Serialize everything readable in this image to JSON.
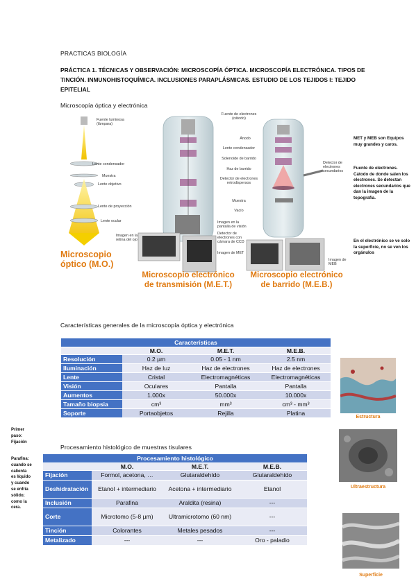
{
  "header": "PRACTICAS BIOLOGÍA",
  "title": "PRÁCTICA 1. TÉCNICAS Y OBSERVACIÓN: MICROSCOPÍA ÓPTICA. MICROSCOPÍA ELECTRÓNICA. TIPOS DE TINCIÓN. INMUNOHISTOQUÍMICA. INCLUSIONES PARAPLÁSMICAS. ESTUDIO DE LOS TEJIDOS I: TEJIDO EPITELIAL",
  "section1": "Microscopía óptica y electrónica",
  "diagram": {
    "labels": {
      "fuente_luminosa": "Fuente luminosa (lámpara)",
      "lente_condensador": "Lente condensador",
      "muestra": "Muestra",
      "lente_objetivo": "Lente objetivo",
      "lente_proyeccion": "Lente de proyección",
      "lente_ocular": "Lente ocular",
      "imagen_retina": "Imagen en la retina del ojo",
      "fuente_electrones": "Fuente de electrones (cátodo)",
      "anodo": "Ánodo",
      "lente_condensador_e": "Lente condensador",
      "solenoide": "Solenoide de barrido",
      "haz_barrido": "Haz de barrido",
      "detector_retro": "Detector de electrones retrodispersos",
      "muestra_e": "Muestra",
      "vacio": "Vacío",
      "imagen_pantalla": "Imagen en la pantalla de visión",
      "detector_ccd": "Detector de electrones con cámara de CCD",
      "imagen_met": "Imagen de MET",
      "detector_secundarios": "Detector de electrones secundarios",
      "imagen_meb": "Imagen de MEB"
    },
    "captions": {
      "mo_line1": "Microscopio",
      "mo_line2": "óptico (M.O.)",
      "met_line1": "Microscopio electrónico",
      "met_line2": "de transmisión (M.E.T.)",
      "meb_line1": "Microscopio electrónico",
      "meb_line2": "de barrido (M.E.B.)"
    }
  },
  "side_notes": {
    "p1": "MET y MEB son Equipos muy grandes y caros.",
    "p2": "Fuente de electrones. Cátodo de donde salen los electrones. Se detectan electrones secundarios que dan la imagen de la topografía.",
    "p3": "En el electrónico se ve solo la superficie, no se ven los orgánulos"
  },
  "section2": "Características generales de la microscopía óptica y electrónica",
  "table1": {
    "caption": "Características",
    "columns": [
      "M.O.",
      "M.E.T.",
      "M.E.B."
    ],
    "rows": [
      {
        "label": "Resolución",
        "values": [
          "0.2 µm",
          "0.05 - 1 nm",
          "2.5 nm"
        ]
      },
      {
        "label": "Iluminación",
        "values": [
          "Haz de luz",
          "Haz de electrones",
          "Haz de electrones"
        ]
      },
      {
        "label": "Lente",
        "values": [
          "Cristal",
          "Electromagnéticas",
          "Electromagnéticas"
        ]
      },
      {
        "label": "Visión",
        "values": [
          "Oculares",
          "Pantalla",
          "Pantalla"
        ]
      },
      {
        "label": "Aumentos",
        "values": [
          "1.000x",
          "50.000x",
          "10.000x"
        ]
      },
      {
        "label": "Tamaño biopsia",
        "values": [
          "cm³",
          "mm³",
          "cm³ - mm³"
        ]
      },
      {
        "label": "Soporte",
        "values": [
          "Portaobjetos",
          "Rejilla",
          "Platina"
        ]
      }
    ]
  },
  "left_notes": {
    "p1": "Primer paso: Fijación",
    "p2": "Parafina: cuando se calienta es líquido y cuando se enfría sólido; como la cera."
  },
  "section3": "Procesamiento histológico de muestras tisulares",
  "table2": {
    "caption": "Procesamiento histológico",
    "columns": [
      "M.O.",
      "M.E.T.",
      "M.E.B."
    ],
    "rows": [
      {
        "label": "Fijación",
        "values": [
          "Formol, acetona, …",
          "Glutaraldehído",
          "Glutaraldehído"
        ]
      },
      {
        "label": "Deshidratación",
        "values": [
          "Etanol + intermediario",
          "Acetona + intermediario",
          "Etanol"
        ]
      },
      {
        "label": "Inclusión",
        "values": [
          "Parafina",
          "Araldita (resina)",
          "---"
        ]
      },
      {
        "label": "Corte",
        "values": [
          "Microtomo (5-8 µm)",
          "Ultramicrotomo (60 nm)",
          "---"
        ]
      },
      {
        "label": "Tinción",
        "values": [
          "Colorantes",
          "Metales pesados",
          "---"
        ]
      },
      {
        "label": "Metalizado",
        "values": [
          "---",
          "---",
          "Oro - paladio"
        ]
      }
    ]
  },
  "thumbs": {
    "estructura": "Estructura",
    "ultraestructura": "Ultraestructura",
    "superficie": "Superficie"
  },
  "colors": {
    "table_header": "#4472c4",
    "row_dark": "#cfd5ea",
    "row_light": "#e9ebf5",
    "caption_orange": "#e07b12"
  }
}
